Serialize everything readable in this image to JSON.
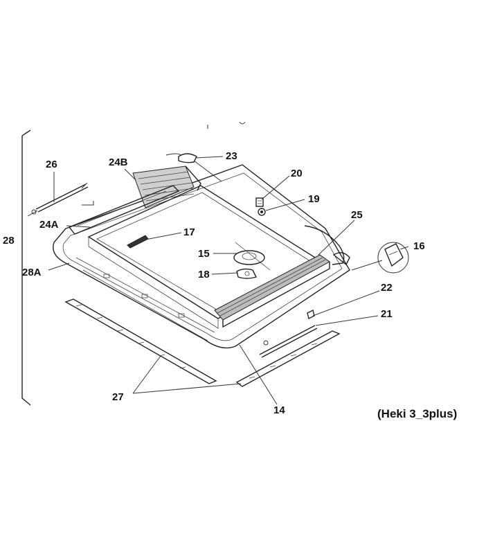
{
  "labels": {
    "p23": "23",
    "p24b": "24B",
    "p26": "26",
    "p20": "20",
    "p19": "19",
    "p24a": "24A",
    "p17": "17",
    "p25": "25",
    "p28": "28",
    "p16": "16",
    "p15": "15",
    "p28a": "28A",
    "p18": "18",
    "p22": "22",
    "p21": "21",
    "p27": "27",
    "p14": "14"
  },
  "caption": "(Heki 3_3plus)",
  "colors": {
    "background": "#ffffff",
    "line": "#222222",
    "band": "#f3f3f3"
  }
}
